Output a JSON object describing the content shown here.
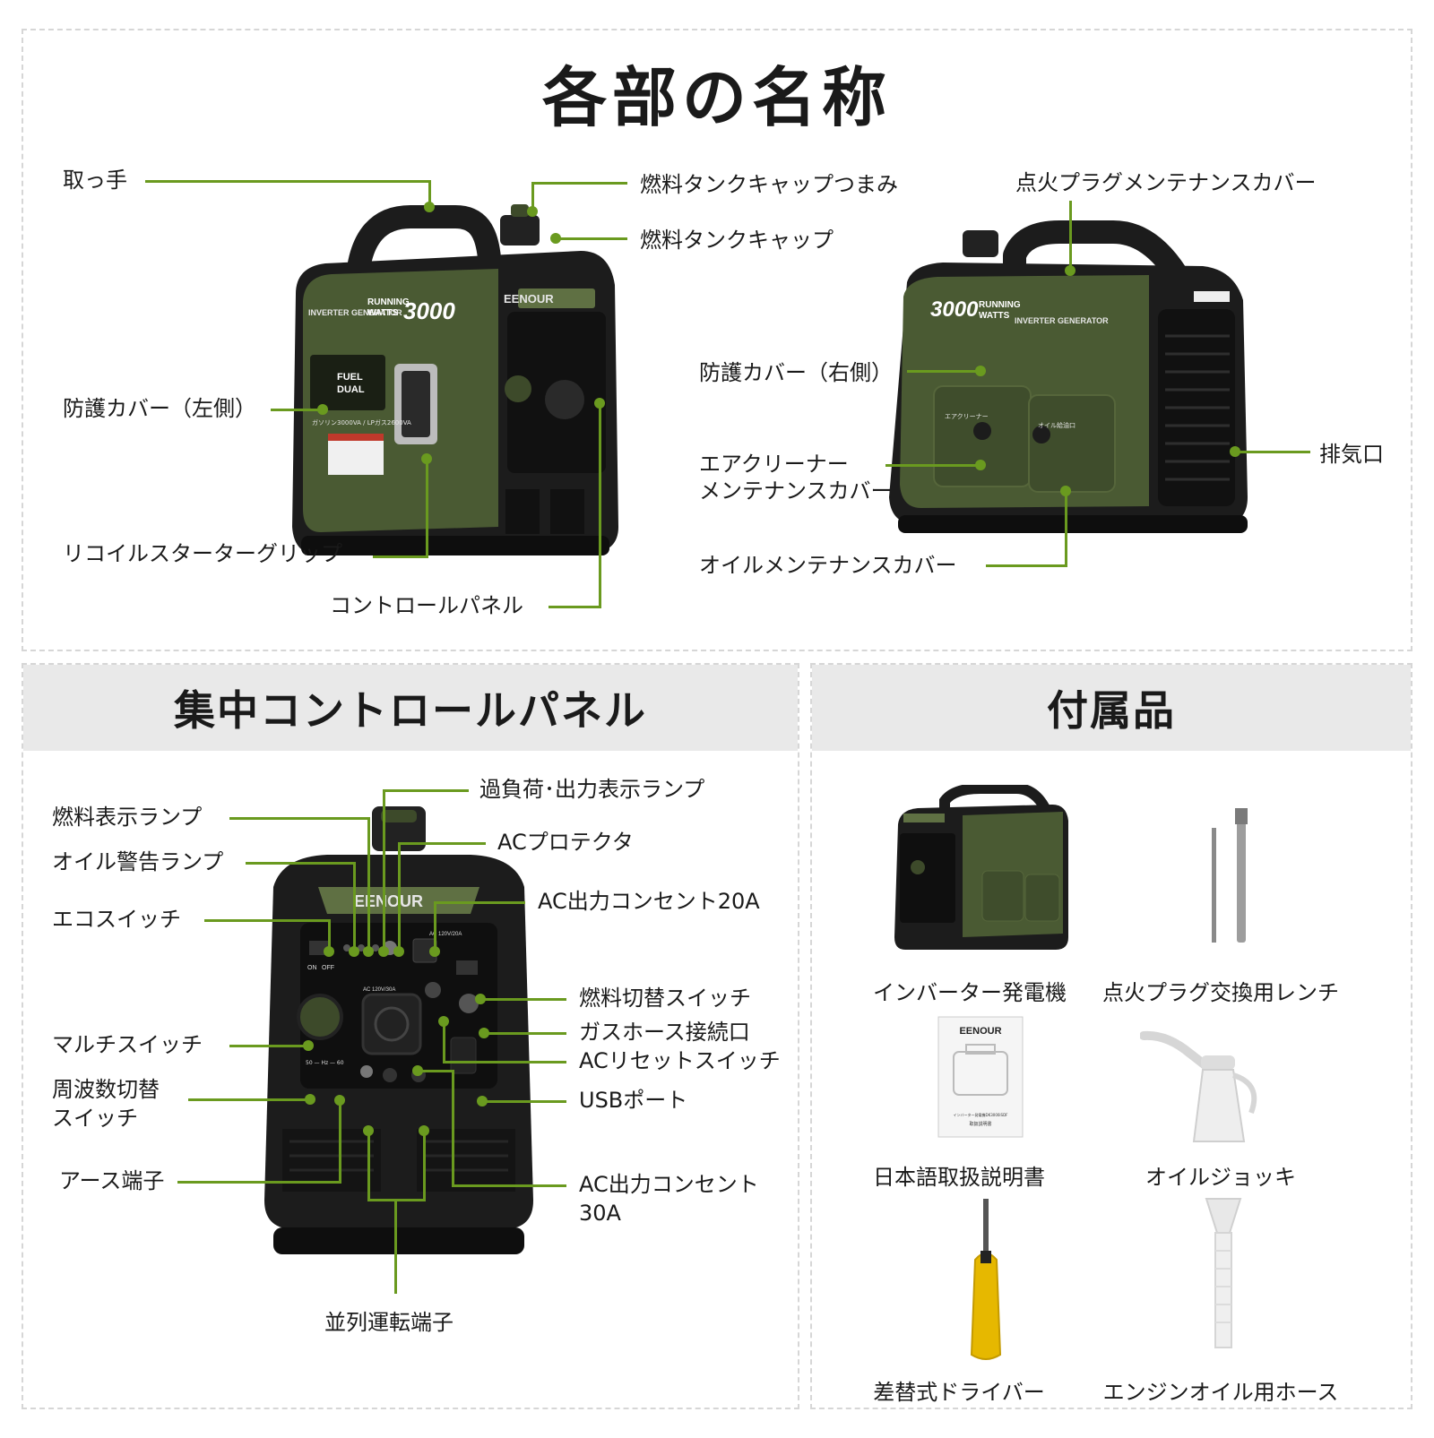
{
  "titles": {
    "main": "各部の名称",
    "control_panel": "集中コントロールパネル",
    "accessories": "付属品"
  },
  "left_unit": {
    "brand": "EENOUR",
    "badge_small": "INVERTER GENERATOR",
    "running": "RUNNING",
    "watts": "WATTS",
    "power": "3000",
    "fuel_badge_1": "FUEL",
    "fuel_badge_2": "DUAL",
    "fuel_spec": "ガソリン3000VA / LPガス2600VA"
  },
  "right_unit": {
    "power": "3000",
    "running": "RUNNING",
    "watts": "WATTS",
    "badge_small": "INVERTER GENERATOR",
    "cover_left": "エアクリーナー",
    "cover_right": "オイル給油口"
  },
  "parts_labels": {
    "handle": "取っ手",
    "fuel_cap_knob": "燃料タンクキャップつまみ",
    "fuel_cap": "燃料タンクキャップ",
    "spark_plug_cover": "点火プラグメンテナンスカバー",
    "guard_left": "防護カバー（左側）",
    "guard_right": "防護カバー（右側）",
    "air_cleaner_1": "エアクリーナー",
    "air_cleaner_2": "メンテナンスカバー",
    "exhaust": "排気口",
    "recoil": "リコイルスターターグリップ",
    "oil_cover": "オイルメンテナンスカバー",
    "control_panel": "コントロールパネル"
  },
  "control_labels": {
    "overload_lamp": "過負荷･出力表示ランプ",
    "fuel_lamp": "燃料表示ランプ",
    "ac_protector": "ACプロテクタ",
    "oil_lamp": "オイル警告ランプ",
    "ac20": "AC出力コンセント20A",
    "eco_switch": "エコスイッチ",
    "fuel_switch": "燃料切替スイッチ",
    "gas_port": "ガスホース接続口",
    "multi_switch": "マルチスイッチ",
    "ac_reset": "ACリセットスイッチ",
    "freq_1": "周波数切替",
    "freq_2": "スイッチ",
    "usb": "USBポート",
    "earth": "アース端子",
    "ac30_1": "AC出力コンセント",
    "ac30_2": "30A",
    "parallel": "並列運転端子"
  },
  "front_panel": {
    "brand": "EENOUR",
    "on": "ON",
    "off": "OFF",
    "ac_rating": "AC 120V/20A",
    "ac30_rating": "AC 120V/30A",
    "freq": "50 — Hz — 60"
  },
  "accessories": {
    "generator": "インバーター発電機",
    "wrench": "点火プラグ交換用レンチ",
    "manual": "日本語取扱説明書",
    "oil_jug": "オイルジョッキ",
    "screwdriver": "差替式ドライバー",
    "oil_hose": "エンジンオイル用ホース",
    "manual_brand": "EENOUR",
    "manual_title_1": "インバーター発電機DK3000iSDF",
    "manual_title_2": "取扱説明書"
  },
  "colors": {
    "accent_line": "#6a9a1f",
    "body_green": "#4a5a33",
    "body_black": "#1c1c1c",
    "header_bg": "#e9e9e9"
  }
}
